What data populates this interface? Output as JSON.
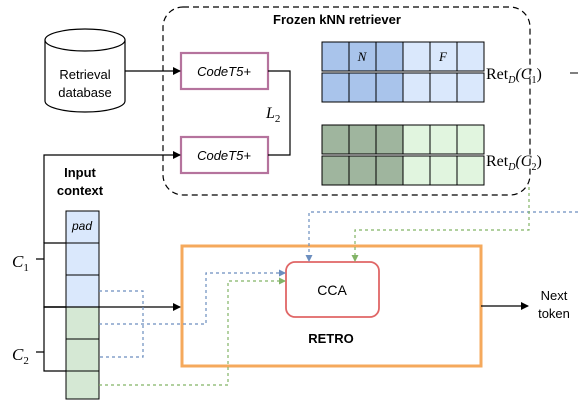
{
  "frozen_box": {
    "title": "Frozen kNN retriever"
  },
  "retrieval_db": {
    "line1": "Retrieval",
    "line2": "database"
  },
  "encoder_top": {
    "label": "CodeT5+"
  },
  "encoder_bottom": {
    "label": "CodeT5+"
  },
  "distance": {
    "symbol": "L",
    "subscript": "2"
  },
  "neighbor_row": {
    "n_label": "N",
    "f_label": "F"
  },
  "ret1": {
    "prefix": "Ret",
    "subscript": "D",
    "arg": "(C",
    "arg_sub": "1",
    "close": ")"
  },
  "ret2": {
    "prefix": "Ret",
    "subscript": "D",
    "arg": "(C",
    "arg_sub": "2",
    "close": ")"
  },
  "input_context": {
    "line1": "Input",
    "line2": "context",
    "pad_label": "pad"
  },
  "chunk_c1": {
    "letter": "C",
    "sub": "1"
  },
  "chunk_c2": {
    "letter": "C",
    "sub": "2"
  },
  "cca": {
    "label": "CCA"
  },
  "retro": {
    "label": "RETRO"
  },
  "output": {
    "line1": "Next",
    "line2": "token"
  },
  "colors": {
    "blue_fill": "#dae8fc",
    "blue_mid": "#a9c4eb",
    "blue_dash": "#6c8ebf",
    "green_fill": "#d5e8d4",
    "green_dark": "#9fb59e",
    "green_light": "#e1f5df",
    "green_dash": "#82b366",
    "purple": "#b5739d",
    "orange": "#f5a95c",
    "red": "#e06666"
  }
}
